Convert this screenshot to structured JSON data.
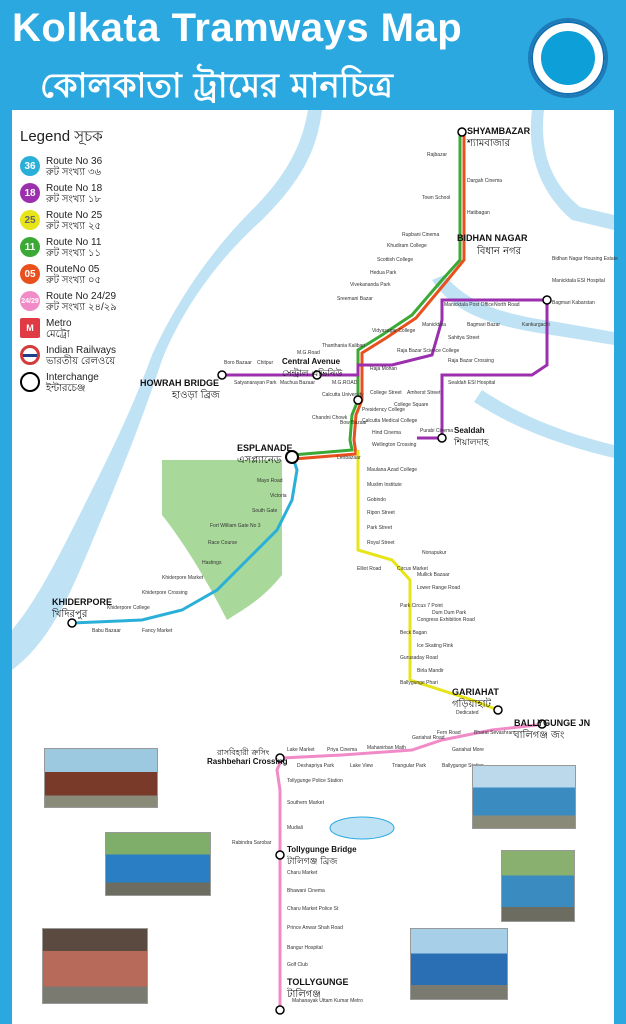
{
  "header": {
    "title_en": "Kolkata Tramways Map",
    "title_bn": "কোলকাতা ট্রামের মানচিত্র"
  },
  "legend": {
    "title": "Legend সূচক",
    "items": [
      {
        "badge": "36",
        "label_en": "Route No 36",
        "label_bn": "রুট সংখ্যা ৩৬",
        "color": "#2ab0d8"
      },
      {
        "badge": "18",
        "label_en": "Route No 18",
        "label_bn": "রুট সংখ্যা ১৮",
        "color": "#9b2fae"
      },
      {
        "badge": "25",
        "label_en": "Route No 25",
        "label_bn": "রুট সংখ্যা ২৫",
        "color": "#e8e41a"
      },
      {
        "badge": "11",
        "label_en": "Route No 11",
        "label_bn": "রুট সংখ্যা ১১",
        "color": "#3aa935"
      },
      {
        "badge": "05",
        "label_en": "RouteNo 05",
        "label_bn": "রুট সংখ্যা ০৫",
        "color": "#e8501d"
      },
      {
        "badge": "24/29",
        "label_en": "Route No 24/29",
        "label_bn": "রুট সংখ্যা ২৪/২৯",
        "color": "#f08bc8"
      }
    ],
    "metro_en": "Metro",
    "metro_bn": "মেট্রো",
    "rail_en": "Indian Railways",
    "rail_bn": "ভারতীয় রেলওয়ে",
    "interchange_en": "Interchange",
    "interchange_bn": "ইন্টারচেঞ্জ"
  },
  "terminals": {
    "shyambazar_en": "SHYAMBAZAR",
    "shyambazar_bn": "শ্যামবাজার",
    "bidhannagar_en": "BIDHAN NAGAR",
    "bidhannagar_bn": "বিধান নগর",
    "howrah_en": "HOWRAH BRIDGE",
    "howrah_bn": "হাওড়া ব্রিজ",
    "central_en": "Central Avenue",
    "central_bn": "সেন্ট্রাল এভিনিউ",
    "sealdah_en": "Sealdah",
    "sealdah_bn": "শিয়ালদাহ",
    "esplanade_en": "ESPLANADE",
    "esplanade_bn": "এসপ্ল্যানেড",
    "khiderpore_en": "KHIDERPORE",
    "khiderpore_bn": "খিদিরপুর",
    "gariahat_en": "GARIAHAT",
    "gariahat_bn": "গড়িয়াহাট",
    "ballygunge_en": "BALLYGUNGE JN",
    "ballygunge_bn": "বালিগঞ্জ জং",
    "rashbehari_en": "Rashbehari Crossing",
    "rashbehari_bn": "রাসবিহারী ক্রসিং",
    "tollygunge_bridge_en": "Tollygunge Bridge",
    "tollygunge_bridge_bn": "টালিগঞ্জ ব্রিজ",
    "tollygunge_en": "TOLLYGUNGE",
    "tollygunge_bn": "টালিগঞ্জ"
  },
  "stops": {
    "north": [
      "Rajbazar",
      "Dargah Cinema",
      "Town School",
      "Hatibagan",
      "Rupbani Cinema",
      "Khudiram College",
      "Scottish College",
      "Hedua Park",
      "Vivekananda Park",
      "Sreemani Bazar",
      "Vidyasagar College",
      "Thanthania Kalibari",
      "Raja Mohan",
      "College Street",
      "Presidency College",
      "Calcutta Medical College"
    ],
    "east": [
      "Bidhan Nagar Housing Estate",
      "Manicktala ESI Hospital",
      "Bagmari Kabarstan",
      "Kankurgachi",
      "Manicktala Post Office",
      "North Road",
      "Bagmari Bazar",
      "Manicktala",
      "Sahitya Street",
      "Raja Bazar Crossing",
      "Raja Bazar Science College",
      "Amherst Street",
      "Sealdah ESI Hospital",
      "College Square",
      "Purabi Cinema"
    ],
    "west": [
      "Boro Bazaar",
      "Chitpur",
      "M.G.Road",
      "Satyanarayan Park",
      "Machua Bazaar",
      "M.G.ROAD",
      "Calcutta University",
      "Chandni Chowk",
      "Bow Bazaar",
      "Wellington Crossing",
      "Lenbazaar",
      "Hind Cinema"
    ],
    "south_yellow": [
      "Maulana Azad College",
      "Muslim Institute",
      "Gobindo",
      "Ripon Street",
      "Park Street",
      "Royal Street",
      "Elliot Road",
      "Circus Market",
      "Nonapukur",
      "Mullick Bazaar",
      "Lower Range Road",
      "Park Circus 7 Point",
      "Congress Exhibition Road",
      "Beck Bagan",
      "Ice Skating Rink",
      "Dum Dum Park",
      "Gurusaday Road",
      "Birla Mandir",
      "Ballygunge Phari"
    ],
    "southwest": [
      "Mayo Road",
      "Victoria",
      "South Gate",
      "Fort William Gate No 3",
      "Race Course",
      "Hastings",
      "Khiderpore Market",
      "Khiderpore Crossing",
      "Khiderpore College",
      "Babu Bazaar",
      "Fancy Market"
    ],
    "south_pink": [
      "Dedicated",
      "Fern Road",
      "Lake Market",
      "Priya Cinema",
      "Mahanirban Math",
      "Deshapriya Park",
      "Lake View",
      "Triangular Park",
      "Gariahat More",
      "Gariahat Road",
      "Bharat Sevashram",
      "Ballygunge Station",
      "Tollygunge Police Station",
      "Southern Market",
      "Mudiali",
      "Rabindra Sarobar",
      "Charu Market",
      "Bhawani Cinema",
      "Charu Market Police St",
      "Prince Anwar Shah Road",
      "Bangur Hospital",
      "Golf Club",
      "Mahanayak Uttam Kumar Metro"
    ]
  }
}
